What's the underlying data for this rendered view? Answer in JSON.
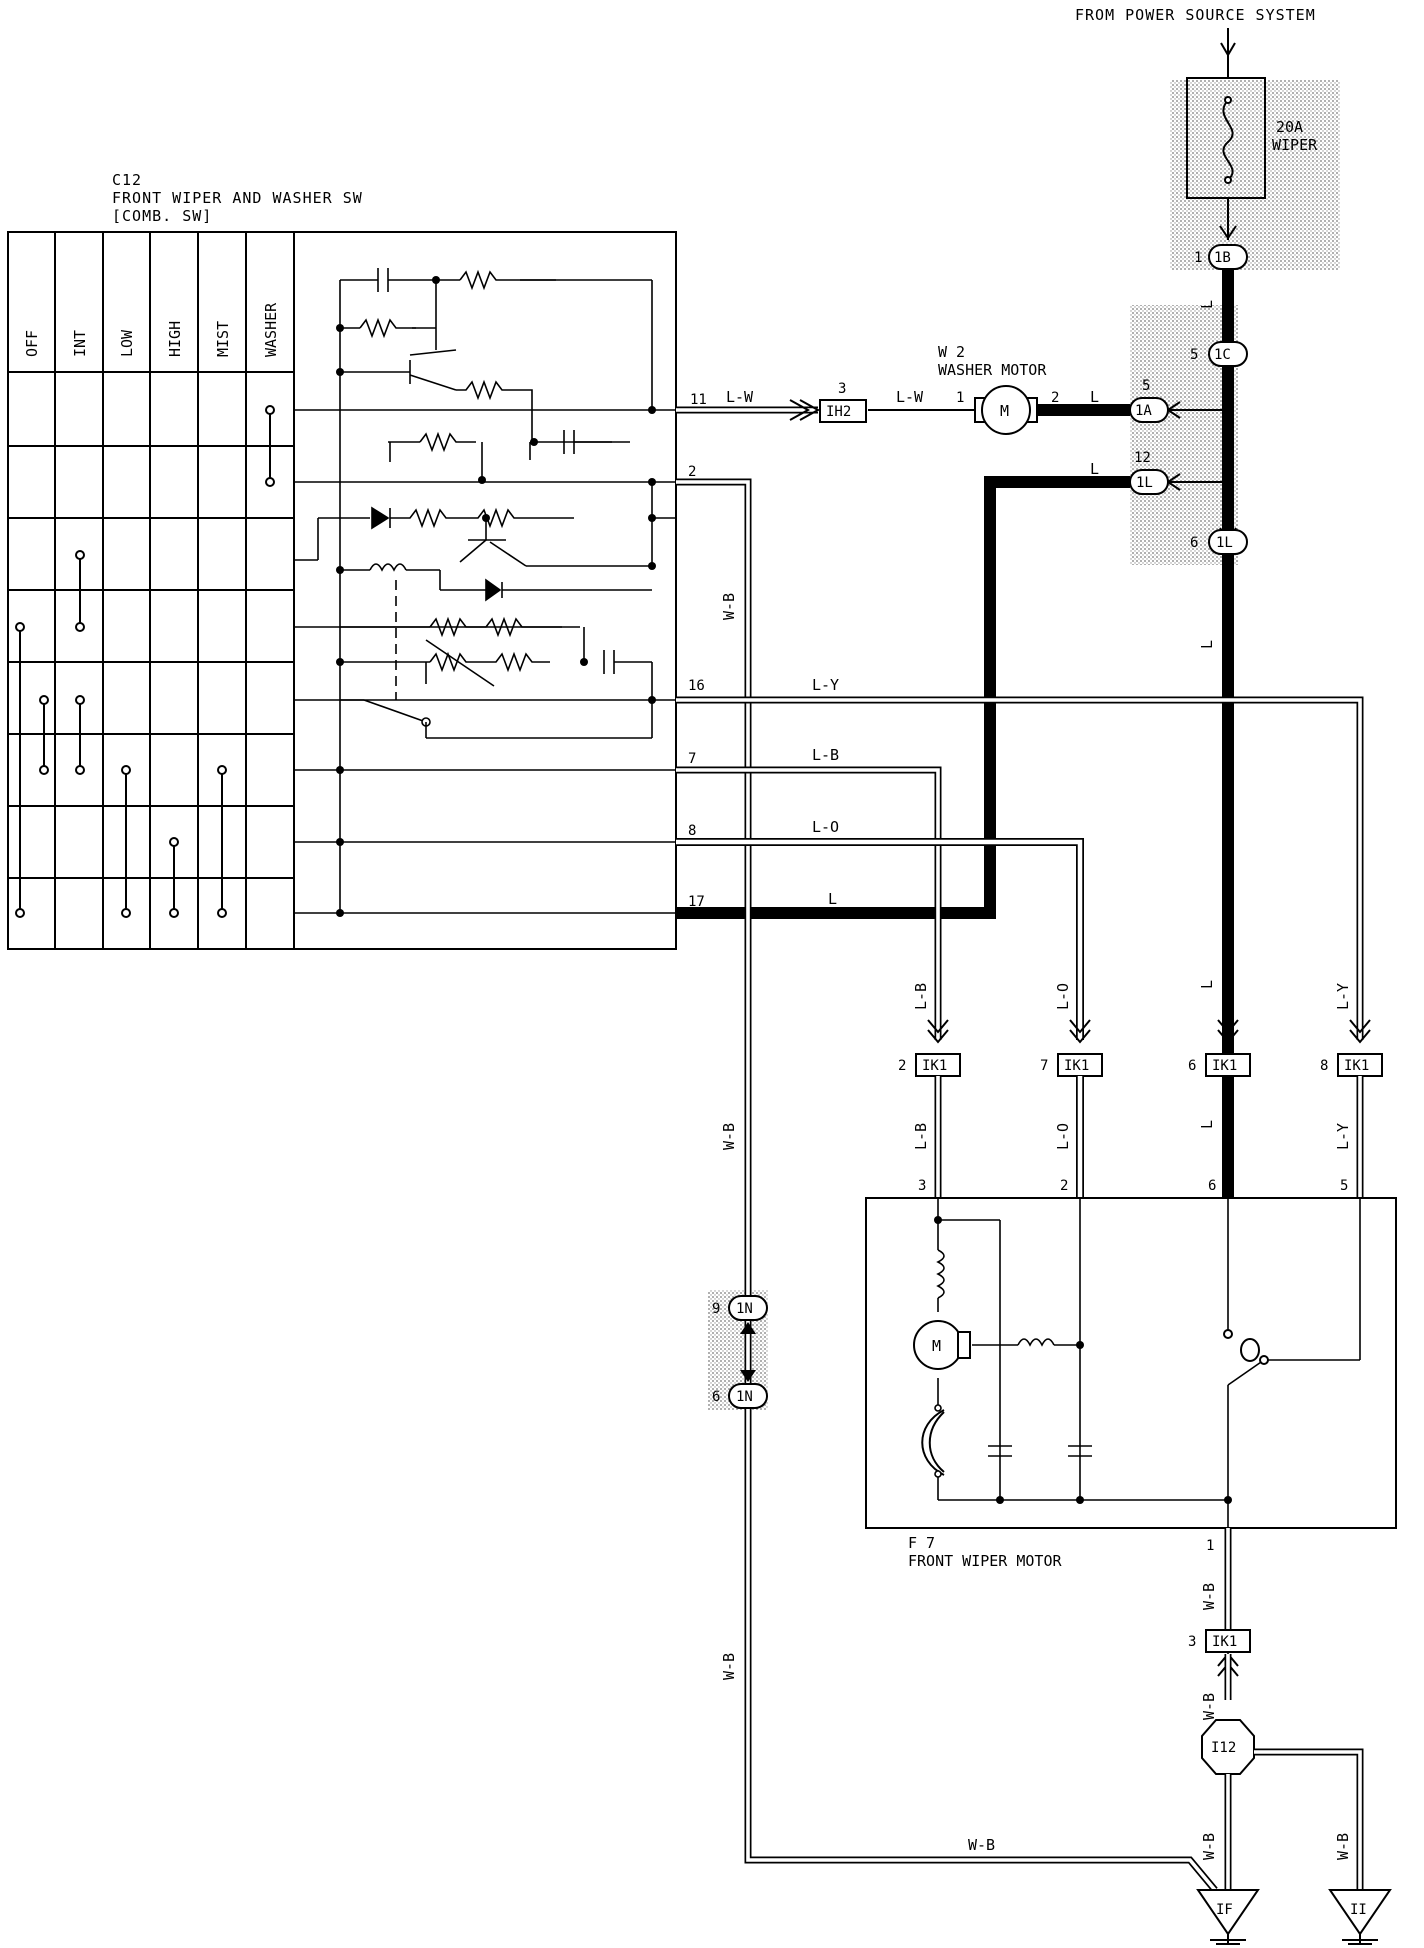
{
  "header": {
    "power_source": "FROM POWER SOURCE SYSTEM"
  },
  "fuse": {
    "rating": "20A",
    "name": "WIPER"
  },
  "switch": {
    "code": "C12",
    "name": "FRONT WIPER AND WASHER SW",
    "sub": "[COMB. SW]",
    "columns": [
      "OFF",
      "INT",
      "LOW",
      "HIGH",
      "MIST",
      "WASHER"
    ]
  },
  "washer_motor": {
    "code": "W 2",
    "name": "WASHER MOTOR",
    "symbol": "M",
    "pin_in": "1",
    "pin_out": "2"
  },
  "wiper_motor": {
    "code": "F 7",
    "name": "FRONT WIPER MOTOR",
    "symbol": "M"
  },
  "pins": {
    "p11": "11",
    "p2": "2",
    "p16": "16",
    "p7": "7",
    "p8": "8",
    "p17": "17"
  },
  "wires": {
    "LW": "L-W",
    "WB": "W-B",
    "LY": "L-Y",
    "LB": "L-B",
    "LO": "L-O",
    "L": "L"
  },
  "connectors": {
    "IH2": "IH2",
    "IB": "1B",
    "IC": "1C",
    "IA": "1A",
    "IL": "1L",
    "IL2": "1L",
    "IK1": "IK1",
    "IN": "1N",
    "I12": "I12",
    "IF": "IF",
    "II": "II"
  },
  "pin_nums": {
    "ih2": "3",
    "ib": "1",
    "ic": "5",
    "ia": "5",
    "il": "12",
    "il2": "6",
    "ik1_a": "2",
    "ik1_b": "7",
    "ik1_c": "6",
    "ik1_d": "8",
    "ik1_e": "3",
    "in_a": "9",
    "in_b": "6",
    "m3": "3",
    "m2": "2",
    "m6": "6",
    "m5": "5",
    "m1": "1"
  }
}
